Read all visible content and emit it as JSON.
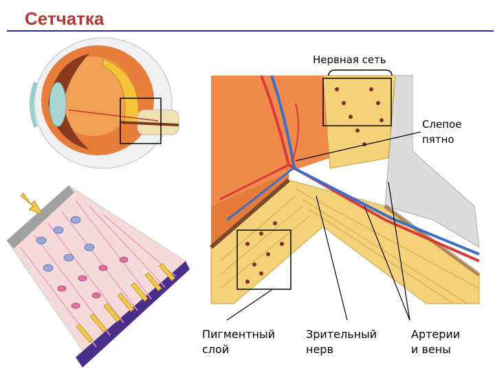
{
  "title": "Сетчатка",
  "labels": {
    "nerve_net": "Нервная сеть",
    "blind_spot": [
      "Слепое",
      "пятно"
    ],
    "pigment_layer": [
      "Пигментный",
      "слой"
    ],
    "optic_nerve": [
      "Зрительный",
      "нерв"
    ],
    "vessels": [
      "Артерии",
      "и вены"
    ]
  },
  "colors": {
    "title": "#b03a3a",
    "rule": "#2c2c8c",
    "retina_orange": "#f08a4a",
    "nerve_yellow": "#f3d27a",
    "sheath_gray": "#d8d8d8",
    "artery_red": "#d83a3a",
    "vein_blue": "#3a6ec8"
  }
}
